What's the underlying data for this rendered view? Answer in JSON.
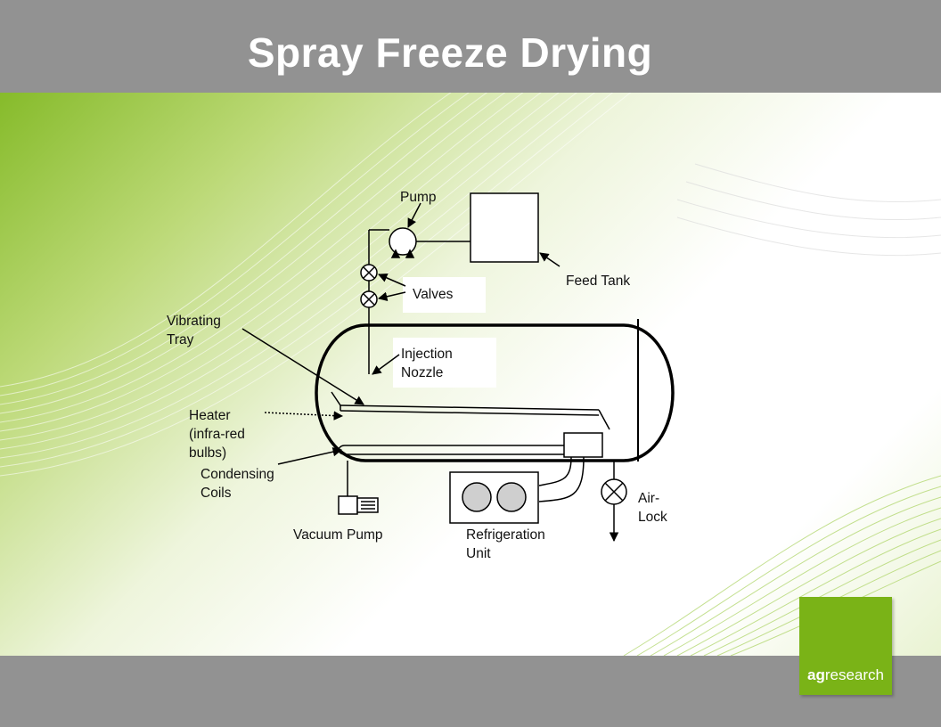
{
  "title": "Spray Freeze Drying",
  "logo": {
    "bold": "ag",
    "rest": "research"
  },
  "labels": {
    "pump": "Pump",
    "feed_tank": "Feed Tank",
    "valves": "Valves",
    "vibrating_tray": "Vibrating\nTray",
    "injection_nozzle": "Injection\nNozzle",
    "heater": "Heater\n(infra-red\nbulbs)",
    "condensing_coils": "Condensing\nCoils",
    "vacuum_pump": "Vacuum Pump",
    "refrigeration_unit": "Refrigeration\nUnit",
    "air_lock": "Air-\nLock"
  },
  "colors": {
    "accent": "#7ab317",
    "bar": "#929292"
  }
}
